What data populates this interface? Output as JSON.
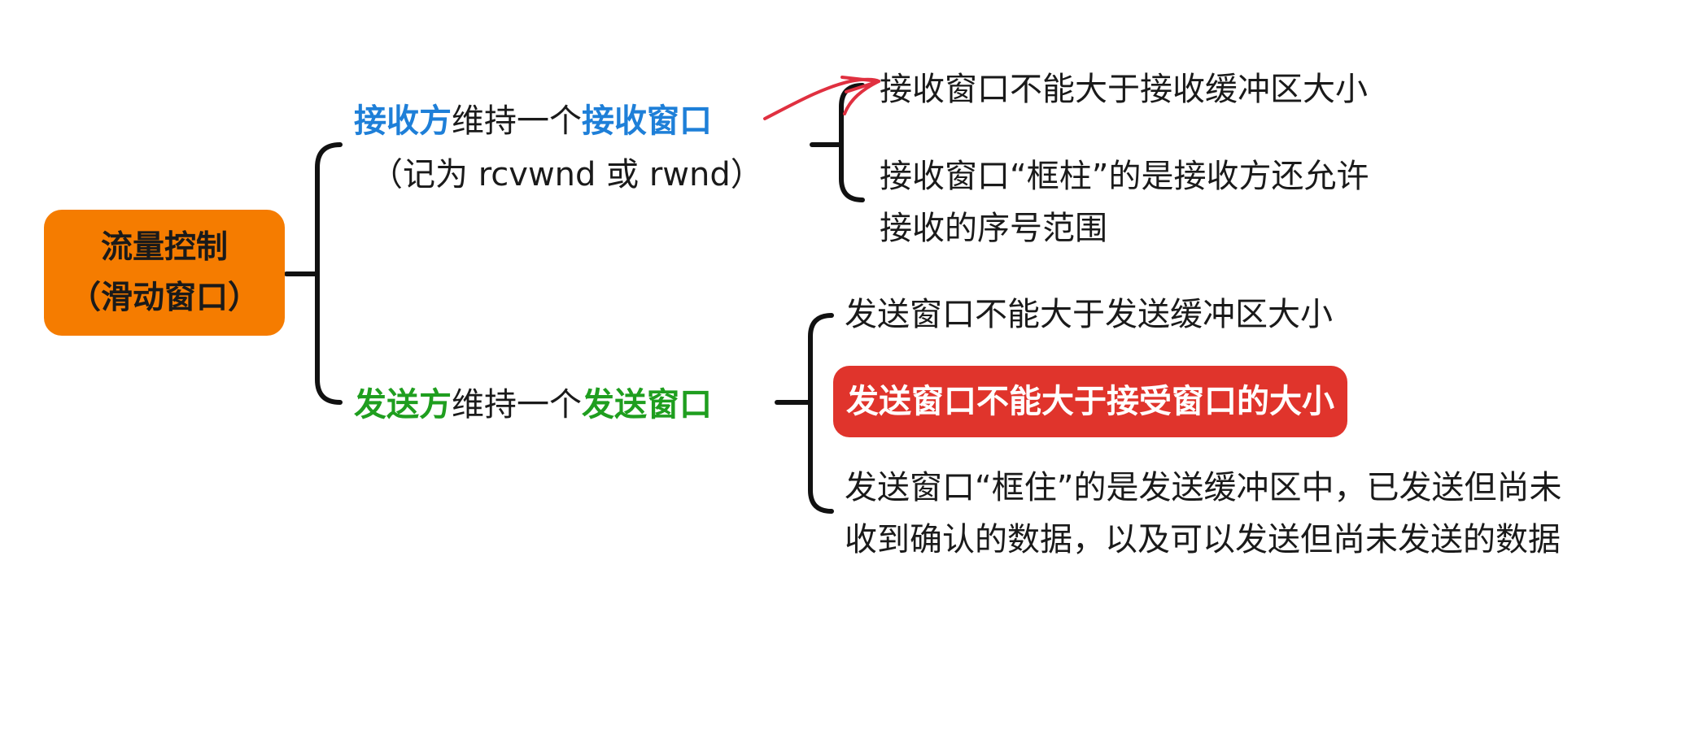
{
  "colors": {
    "root_box": "#f57c00",
    "receiver": "#1e7fd8",
    "sender": "#1f9e1f",
    "highlight": "#e0342c",
    "highlight_text": "#ffffff",
    "connector": "#111111",
    "annotation_arrow": "#e03040"
  },
  "root": {
    "line1": "流量控制",
    "line2": "（滑动窗口）"
  },
  "receiver": {
    "role": "接收方",
    "maintains": "维持一个",
    "window": "接收窗口",
    "note": "（记为 rcvwnd 或 rwnd）",
    "points": [
      {
        "line1": "接收窗口不能大于接收缓冲区大小",
        "line2": ""
      },
      {
        "line1": "接收窗口“框柱”的是接收方还允许",
        "line2": "接收的序号范围"
      }
    ]
  },
  "sender": {
    "role": "发送方",
    "maintains": "维持一个",
    "window": "发送窗口",
    "points": [
      {
        "line1": "发送窗口不能大于发送缓冲区大小",
        "line2": ""
      },
      {
        "line1": "发送窗口不能大于接受窗口的大小",
        "line2": ""
      },
      {
        "line1": "发送窗口“框住”的是发送缓冲区中，已发送但尚未",
        "line2": "收到确认的数据，以及可以发送但尚未发送的数据"
      }
    ]
  }
}
